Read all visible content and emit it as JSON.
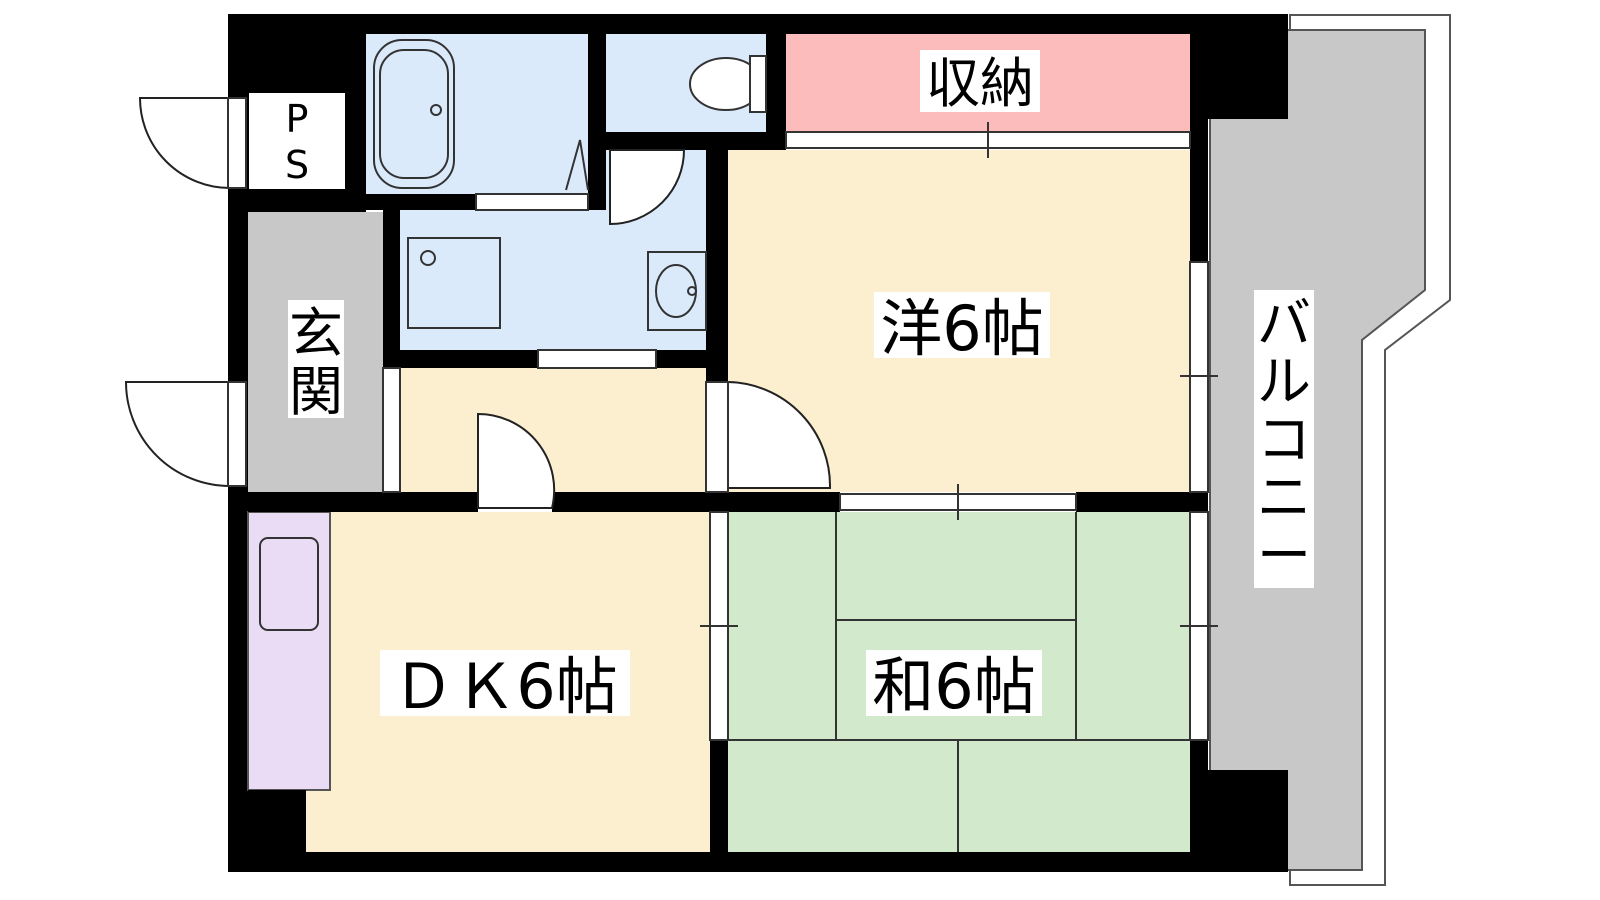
{
  "rooms": {
    "western": {
      "label": "洋6帖"
    },
    "japanese": {
      "label": "和6帖"
    },
    "dk": {
      "label": "ＤＫ6帖"
    },
    "storage": {
      "label": "収納"
    },
    "entrance": {
      "label_line1": "玄",
      "label_line2": "関"
    },
    "balcony": {
      "label": [
        "バ",
        "ル",
        "コ",
        "ニ",
        "ー"
      ]
    },
    "ps": {
      "label_line1": "P",
      "label_line2": "S"
    }
  },
  "colors": {
    "western": "#fcefd0",
    "japanese": "#d2e9cc",
    "dk": "#fcefd0",
    "storage": "#fdbcbc",
    "wet": "#dbeafb",
    "entrance": "#c8c8c8",
    "balcony": "#c8c8c8",
    "kitchen": "#e9dcf4",
    "hall": "#fcefd0",
    "wall": "#000000"
  }
}
